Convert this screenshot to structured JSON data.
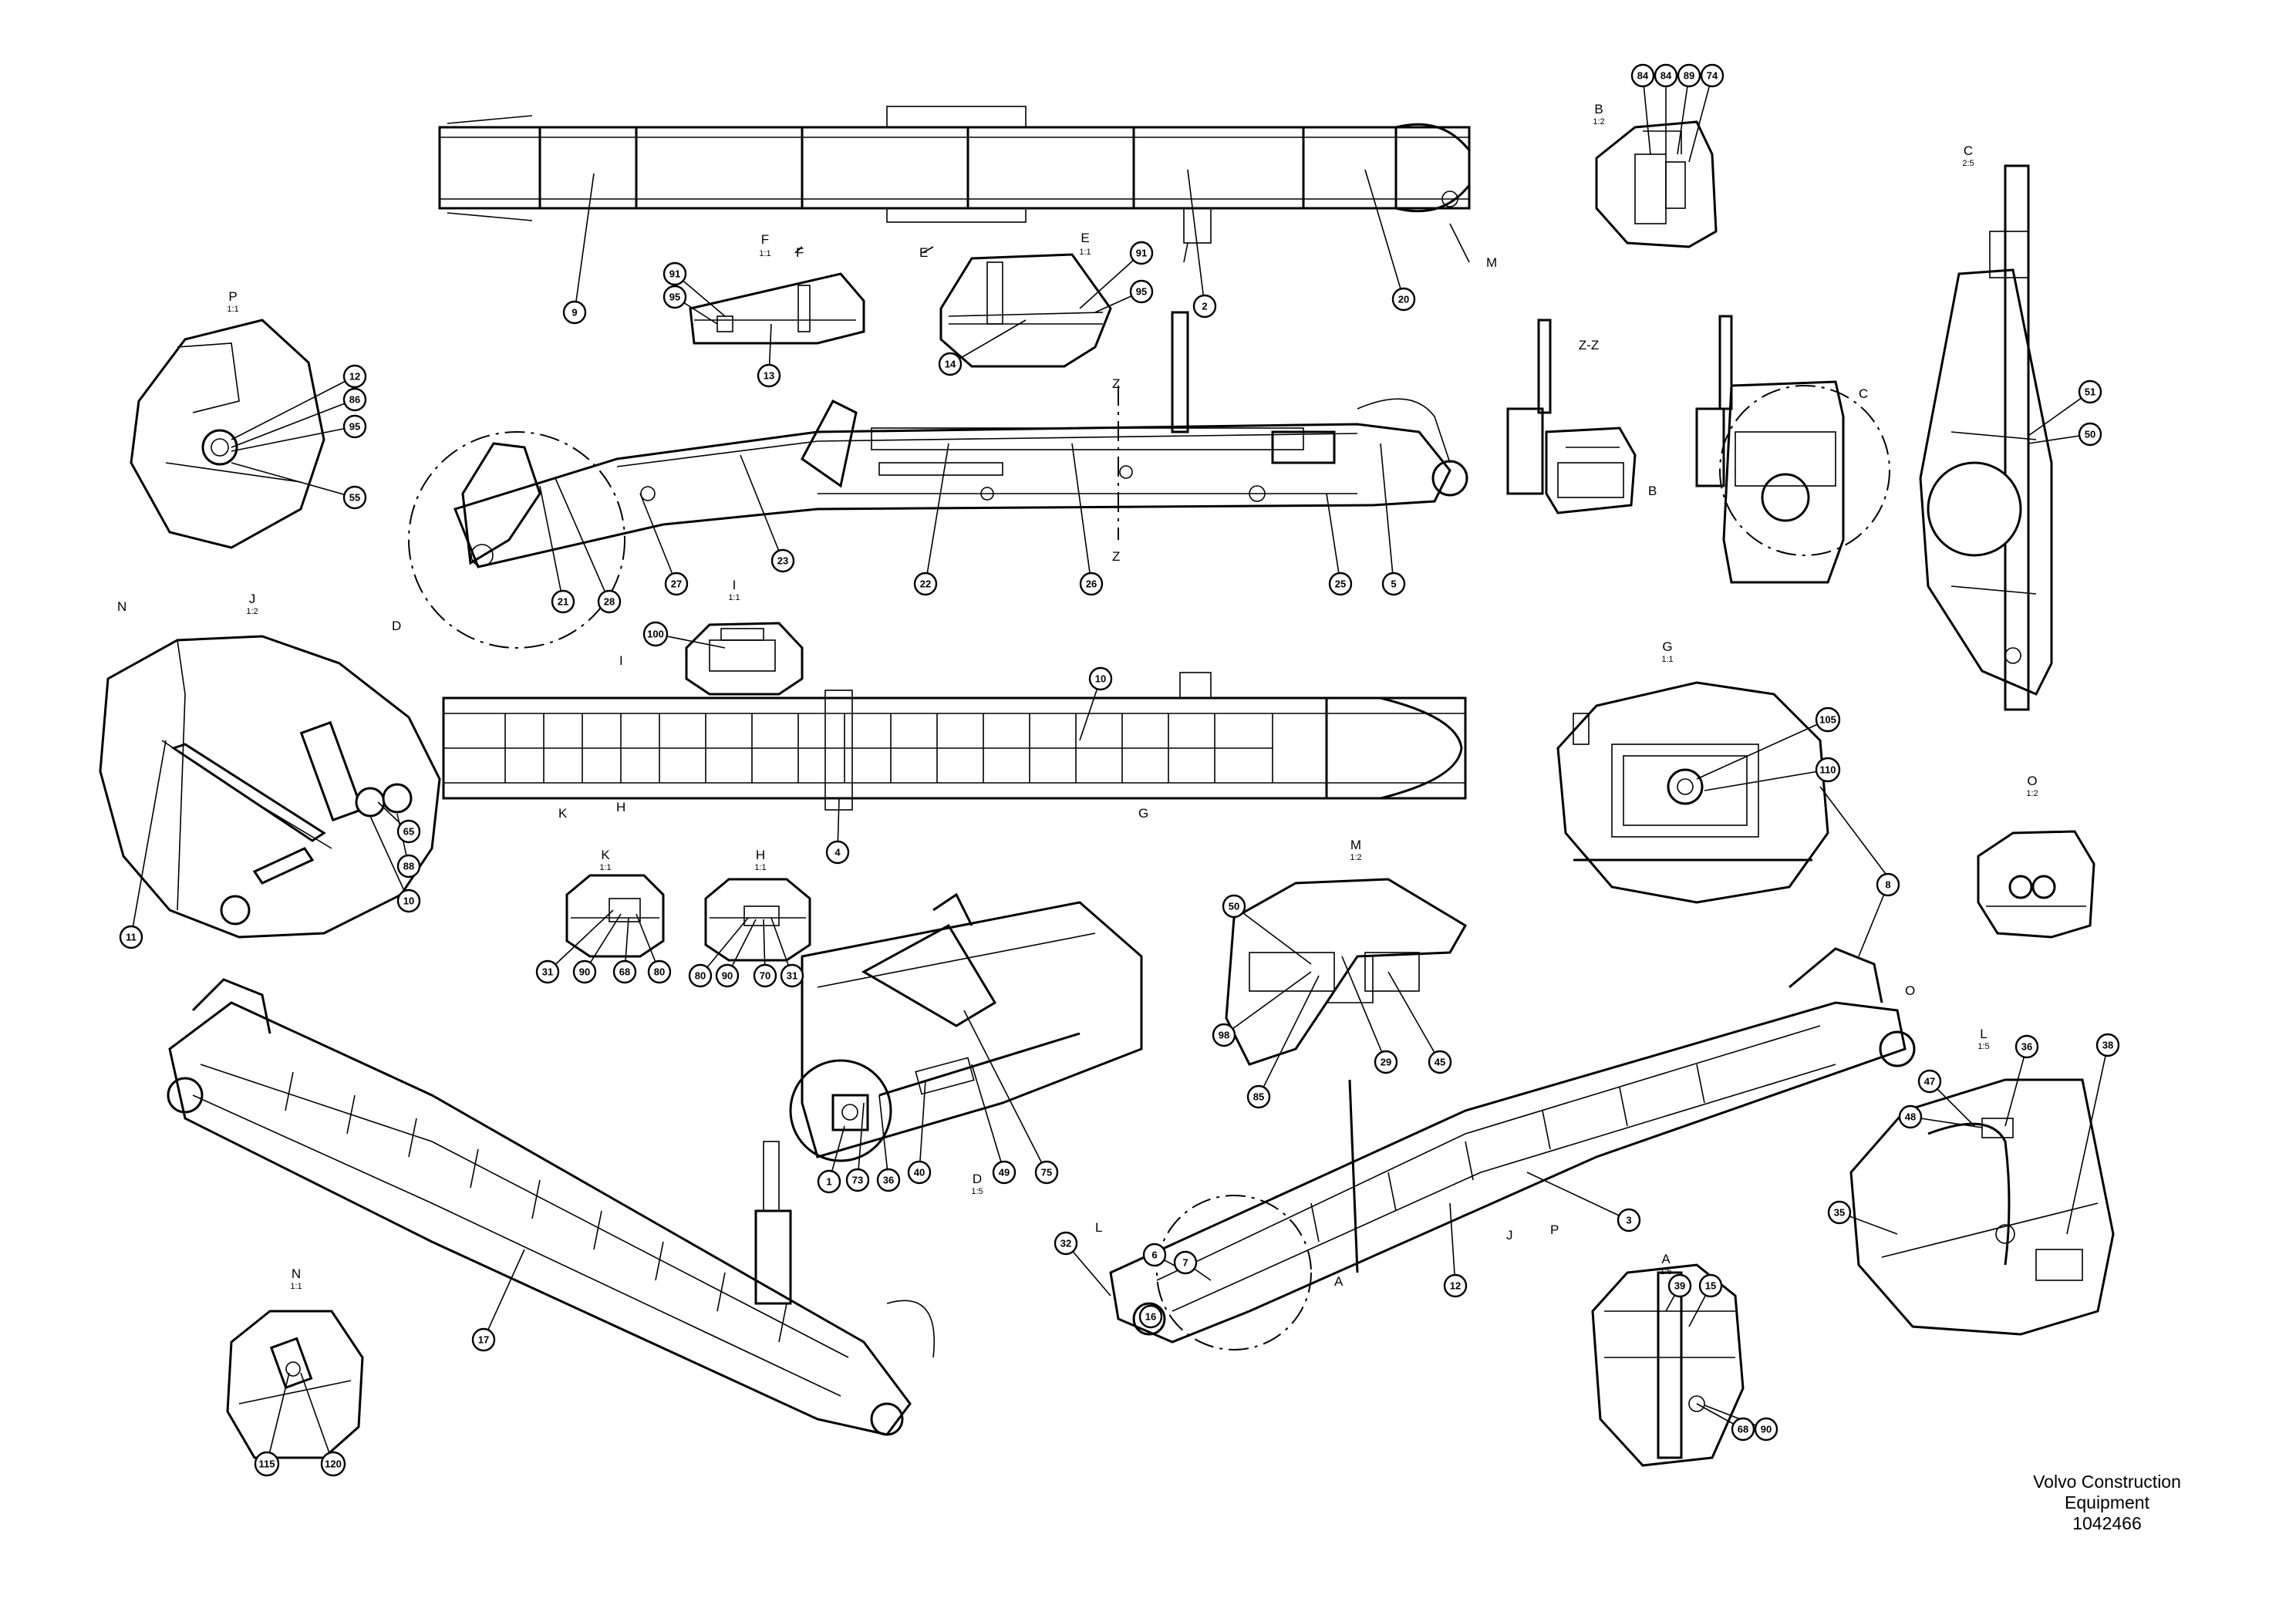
{
  "footer": {
    "company_line1": "Volvo Construction",
    "company_line2": "Equipment",
    "drawing_number": "1042466"
  },
  "views": [
    {
      "id": "F",
      "label": "F",
      "scale": "1:1"
    },
    {
      "id": "E",
      "label": "E",
      "scale": "1:1"
    },
    {
      "id": "B",
      "label": "B",
      "scale": "1:2"
    },
    {
      "id": "C",
      "label": "C",
      "scale": "2:5"
    },
    {
      "id": "P",
      "label": "P",
      "scale": "1:1"
    },
    {
      "id": "ZZ",
      "label": "Z-Z",
      "scale": ""
    },
    {
      "id": "J",
      "label": "J",
      "scale": "1:2"
    },
    {
      "id": "I",
      "label": "I",
      "scale": "1:1"
    },
    {
      "id": "G",
      "label": "G",
      "scale": "1:1"
    },
    {
      "id": "O",
      "label": "O",
      "scale": "1:2"
    },
    {
      "id": "K",
      "label": "K",
      "scale": "1:1"
    },
    {
      "id": "H",
      "label": "H",
      "scale": "1:1"
    },
    {
      "id": "M",
      "label": "M",
      "scale": "1:2"
    },
    {
      "id": "L",
      "label": "L",
      "scale": "1:5"
    },
    {
      "id": "D",
      "label": "D",
      "scale": "1:5"
    },
    {
      "id": "N",
      "label": "N",
      "scale": "1:1"
    },
    {
      "id": "A",
      "label": "A",
      "scale": "1:5"
    }
  ],
  "section_markers": [
    {
      "id": "F1",
      "text": "F"
    },
    {
      "id": "E1",
      "text": "E"
    },
    {
      "id": "M1",
      "text": "M"
    },
    {
      "id": "Z1",
      "text": "Z"
    },
    {
      "id": "Z2",
      "text": "Z"
    },
    {
      "id": "D1",
      "text": "D"
    },
    {
      "id": "I1",
      "text": "I"
    },
    {
      "id": "K1",
      "text": "K"
    },
    {
      "id": "H1",
      "text": "H"
    },
    {
      "id": "G1",
      "text": "G"
    },
    {
      "id": "N1",
      "text": "N"
    },
    {
      "id": "B1",
      "text": "B"
    },
    {
      "id": "C1",
      "text": "C"
    },
    {
      "id": "L1",
      "text": "L"
    },
    {
      "id": "A1",
      "text": "A"
    },
    {
      "id": "J1",
      "text": "J"
    },
    {
      "id": "P1",
      "text": "P"
    },
    {
      "id": "O1",
      "text": "O"
    }
  ],
  "callouts": [
    {
      "id": "c9",
      "text": "9"
    },
    {
      "id": "c2",
      "text": "2"
    },
    {
      "id": "c20",
      "text": "20"
    },
    {
      "id": "cB84a",
      "text": "84"
    },
    {
      "id": "cB84b",
      "text": "84"
    },
    {
      "id": "cB89",
      "text": "89"
    },
    {
      "id": "cB74",
      "text": "74"
    },
    {
      "id": "cF91",
      "text": "91"
    },
    {
      "id": "cF95",
      "text": "95"
    },
    {
      "id": "cF13",
      "text": "13"
    },
    {
      "id": "cE91",
      "text": "91"
    },
    {
      "id": "cE95",
      "text": "95"
    },
    {
      "id": "cE14",
      "text": "14"
    },
    {
      "id": "cP12",
      "text": "12"
    },
    {
      "id": "cP86",
      "text": "86"
    },
    {
      "id": "cP95",
      "text": "95"
    },
    {
      "id": "cP55",
      "text": "55"
    },
    {
      "id": "c21",
      "text": "21"
    },
    {
      "id": "c28",
      "text": "28"
    },
    {
      "id": "c27",
      "text": "27"
    },
    {
      "id": "c23",
      "text": "23"
    },
    {
      "id": "c22",
      "text": "22"
    },
    {
      "id": "c26",
      "text": "26"
    },
    {
      "id": "c25",
      "text": "25"
    },
    {
      "id": "c5",
      "text": "5"
    },
    {
      "id": "cC51",
      "text": "51"
    },
    {
      "id": "cC50",
      "text": "50"
    },
    {
      "id": "cI100",
      "text": "100"
    },
    {
      "id": "c10top",
      "text": "10"
    },
    {
      "id": "cJ65",
      "text": "65"
    },
    {
      "id": "cJ88",
      "text": "88"
    },
    {
      "id": "cJ10",
      "text": "10"
    },
    {
      "id": "cJ11",
      "text": "11"
    },
    {
      "id": "c4",
      "text": "4"
    },
    {
      "id": "cG105",
      "text": "105"
    },
    {
      "id": "cG110",
      "text": "110"
    },
    {
      "id": "cK31",
      "text": "31"
    },
    {
      "id": "cK90",
      "text": "90"
    },
    {
      "id": "cK68",
      "text": "68"
    },
    {
      "id": "cK80",
      "text": "80"
    },
    {
      "id": "cH80",
      "text": "80"
    },
    {
      "id": "cH90",
      "text": "90"
    },
    {
      "id": "cH70",
      "text": "70"
    },
    {
      "id": "cH31",
      "text": "31"
    },
    {
      "id": "cM50",
      "text": "50"
    },
    {
      "id": "cM98",
      "text": "98"
    },
    {
      "id": "cM85",
      "text": "85"
    },
    {
      "id": "cM29",
      "text": "29"
    },
    {
      "id": "cM45",
      "text": "45"
    },
    {
      "id": "c8",
      "text": "8"
    },
    {
      "id": "cD1",
      "text": "1"
    },
    {
      "id": "cD73",
      "text": "73"
    },
    {
      "id": "cD36",
      "text": "36"
    },
    {
      "id": "cD40",
      "text": "40"
    },
    {
      "id": "cD49",
      "text": "49"
    },
    {
      "id": "cD75",
      "text": "75"
    },
    {
      "id": "c6",
      "text": "6"
    },
    {
      "id": "c7",
      "text": "7"
    },
    {
      "id": "c32",
      "text": "32"
    },
    {
      "id": "c16",
      "text": "16"
    },
    {
      "id": "c12",
      "text": "12"
    },
    {
      "id": "c3",
      "text": "3"
    },
    {
      "id": "cL36",
      "text": "36"
    },
    {
      "id": "cL38",
      "text": "38"
    },
    {
      "id": "cL47",
      "text": "47"
    },
    {
      "id": "cL48",
      "text": "48"
    },
    {
      "id": "cL35",
      "text": "35"
    },
    {
      "id": "c17",
      "text": "17"
    },
    {
      "id": "cN115",
      "text": "115"
    },
    {
      "id": "cN120",
      "text": "120"
    },
    {
      "id": "cA39",
      "text": "39"
    },
    {
      "id": "cA15",
      "text": "15"
    },
    {
      "id": "cA68",
      "text": "68"
    },
    {
      "id": "cA90",
      "text": "90"
    }
  ]
}
